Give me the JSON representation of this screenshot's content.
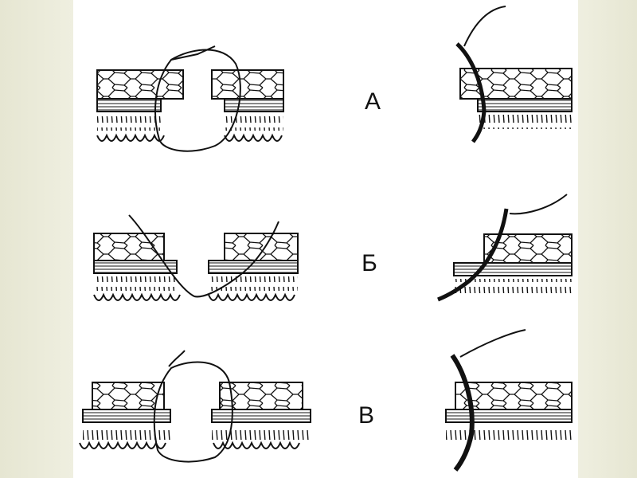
{
  "labels": {
    "row_a": "А",
    "row_b": "Б",
    "row_v": "В"
  },
  "colors": {
    "background": "#eeeedd",
    "sheet": "#ffffff",
    "ink": "#111111"
  }
}
